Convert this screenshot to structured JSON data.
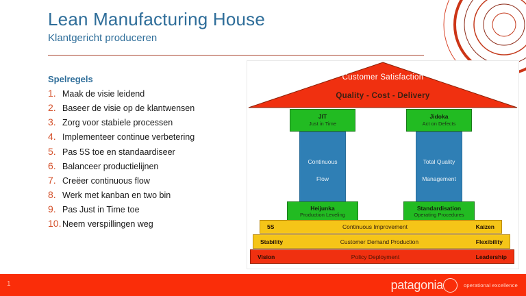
{
  "header": {
    "title": "Lean Manufacturing House",
    "subtitle": "Klantgericht produceren",
    "accent_color": "#2e6d99",
    "rule_color": "#a8402b"
  },
  "rules_panel": {
    "heading": "Spelregels",
    "items": [
      {
        "number": "1.",
        "text": "Maak de visie leidend"
      },
      {
        "number": "2.",
        "text": "Baseer de visie op de klantwensen"
      },
      {
        "number": "3.",
        "text": "Zorg voor stabiele processen"
      },
      {
        "number": "4.",
        "text": "Implementeer continue verbetering"
      },
      {
        "number": "5.",
        "text": "Pas 5S toe en standaardiseer"
      },
      {
        "number": "6.",
        "text": "Balanceer productielijnen"
      },
      {
        "number": "7.",
        "text": "Creëer continuous flow"
      },
      {
        "number": "8.",
        "text": "Werk met kanban en two bin"
      },
      {
        "number": "9.",
        "text": "Pas Just in Time toe"
      },
      {
        "number": "10.",
        "text": "Neem verspillingen weg"
      }
    ]
  },
  "diagram": {
    "roof": {
      "line1": "Customer Satisfaction",
      "line2": "Quality - Cost - Delivery",
      "color": "#f03010"
    },
    "caps": [
      {
        "title": "JIT",
        "subtitle": "Just in Time"
      },
      {
        "title": "Jidoka",
        "subtitle": "Act on Defects"
      }
    ],
    "pillars": [
      {
        "line1": "Continuous",
        "line2": "Flow"
      },
      {
        "line1": "Total Quality",
        "line2": "Management"
      }
    ],
    "bases": [
      {
        "title": "Heijunka",
        "subtitle": "Production Leveling"
      },
      {
        "title": "Standardisation",
        "subtitle": "Operating Procedures"
      }
    ],
    "foundation": [
      {
        "left": "5S",
        "middle": "Continuous Improvement",
        "right": "Kaizen"
      },
      {
        "left": "Stability",
        "middle": "Customer Demand Production",
        "right": "Flexibility"
      },
      {
        "left": "Vision",
        "middle": "Policy Deployment",
        "right": "Leadership"
      }
    ],
    "colors": {
      "green": "#22bb22",
      "blue": "#2f7fb5",
      "yellow": "#f5c518",
      "red": "#f03010"
    }
  },
  "footer": {
    "page_number": "1",
    "brand": "patagonia",
    "tagline": "operational excellence",
    "background": "#fa2d09"
  }
}
